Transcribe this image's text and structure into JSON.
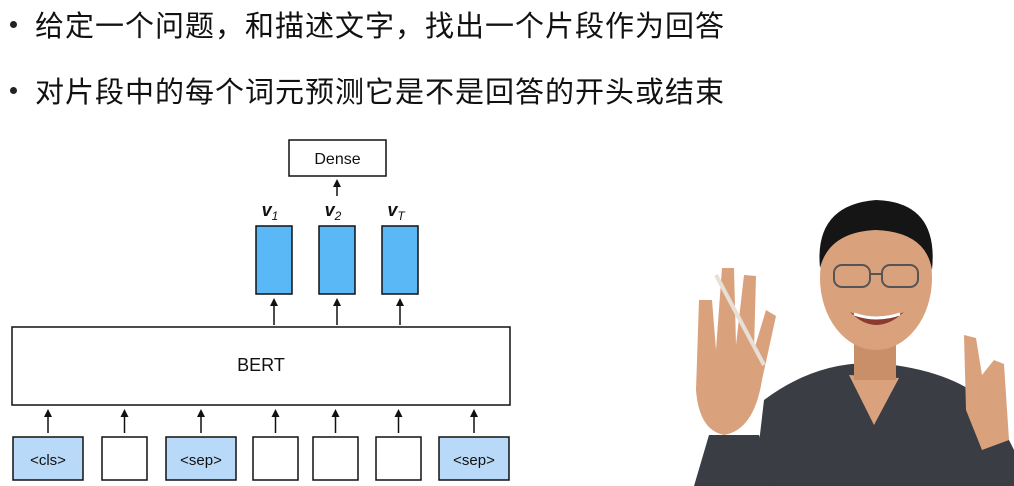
{
  "bullets": [
    "给定一个问题，和描述文字，找出一个片段作为回答",
    "对片段中的每个词元预测它是不是回答的开头或结束"
  ],
  "diagram": {
    "dense_label": "Dense",
    "bert_label": "BERT",
    "output_vectors": [
      {
        "symbol": "v",
        "subscript": "1"
      },
      {
        "symbol": "v",
        "subscript": "2"
      },
      {
        "symbol": "v",
        "subscript": "T"
      }
    ],
    "input_tokens": [
      {
        "label": "<cls>",
        "highlight": true
      },
      {
        "label": "",
        "highlight": false
      },
      {
        "label": "<sep>",
        "highlight": true
      },
      {
        "label": "",
        "highlight": false
      },
      {
        "label": "",
        "highlight": false
      },
      {
        "label": "",
        "highlight": false
      },
      {
        "label": "<sep>",
        "highlight": true
      }
    ]
  },
  "colors": {
    "vector_fill": "#5bb8f7",
    "token_highlight": "#b8d9f8",
    "shirt": "#3a3d44",
    "skin": "#d9a27c",
    "hair": "#151515"
  },
  "presenter_icon": "presenter-figure"
}
